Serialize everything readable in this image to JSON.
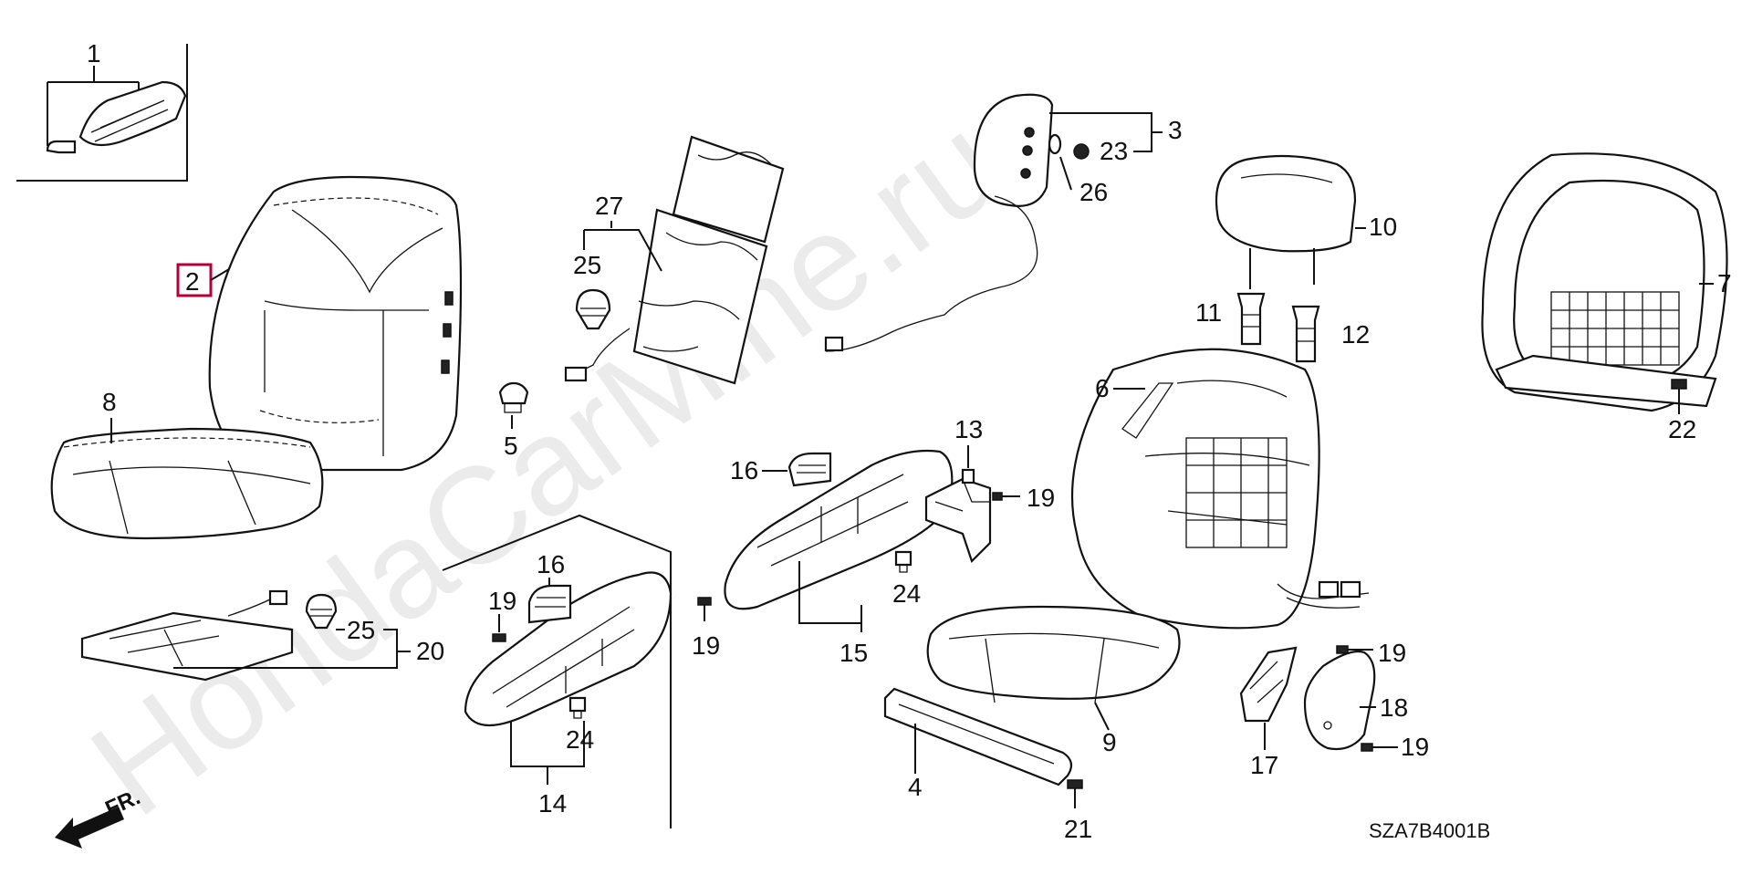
{
  "diagram": {
    "watermark": "HondaCarMine.ru",
    "diagram_code": "SZA7B4001B",
    "front_indicator": "FR.",
    "highlighted_label": "2",
    "labels": {
      "l1": "1",
      "l2": "2",
      "l3": "3",
      "l4": "4",
      "l5": "5",
      "l6": "6",
      "l7": "7",
      "l8": "8",
      "l9": "9",
      "l10": "10",
      "l11": "11",
      "l12": "12",
      "l13": "13",
      "l14": "14",
      "l15": "15",
      "l16a": "16",
      "l16b": "16",
      "l17": "17",
      "l18": "18",
      "l19a": "19",
      "l19b": "19",
      "l19c": "19",
      "l19d": "19",
      "l19e": "19",
      "l20": "20",
      "l21": "21",
      "l22": "22",
      "l23": "23",
      "l24a": "24",
      "l24b": "24",
      "l25a": "25",
      "l25b": "25",
      "l26": "26",
      "l27": "27"
    }
  }
}
